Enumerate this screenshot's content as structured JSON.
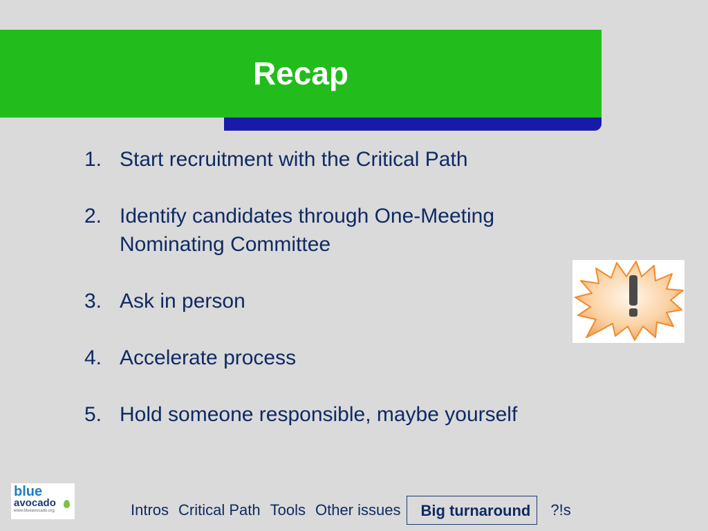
{
  "slide": {
    "title": "Recap",
    "items": [
      {
        "num": "1.",
        "text": "Start recruitment with the Critical Path"
      },
      {
        "num": "2.",
        "text": "Identify candidates through One-Meeting Nominating Committee"
      },
      {
        "num": "3.",
        "text": "Ask in person"
      },
      {
        "num": "4.",
        "text": "Accelerate process"
      },
      {
        "num": "5.",
        "text": "Hold someone responsible, maybe yourself"
      }
    ],
    "callout_icon": "exclamation-burst-icon"
  },
  "logo": {
    "line1": "blue",
    "line2": "avocado",
    "line3": "www.blueavocado.org"
  },
  "nav": {
    "items": [
      {
        "label": "Intros"
      },
      {
        "label": "Critical Path"
      },
      {
        "label": "Tools"
      },
      {
        "label": "Other issues"
      },
      {
        "label": "Big turnaround"
      },
      {
        "label": "?!s"
      }
    ],
    "active_index": 4
  },
  "colors": {
    "title_bar": "#22bd1c",
    "title_shadow": "#1a1aa8",
    "text": "#0e2a63",
    "background": "#dadada"
  }
}
